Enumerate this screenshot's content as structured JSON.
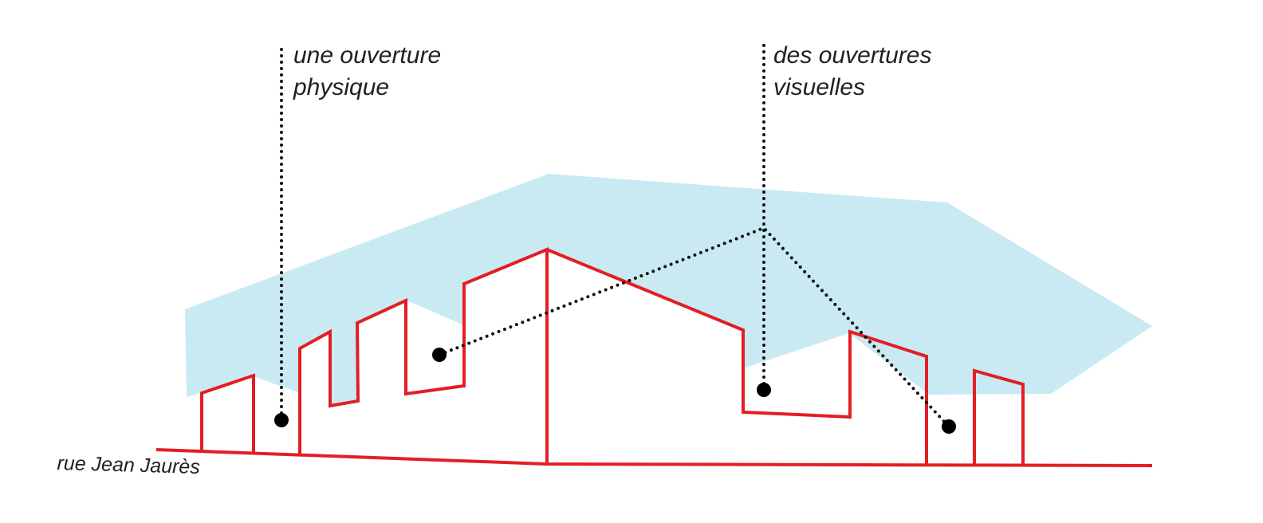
{
  "labels": {
    "physical_opening": {
      "line1": "une ouverture",
      "line2": "physique"
    },
    "visual_openings": {
      "line1": "des ouvertures",
      "line2": "visuelles"
    },
    "street": "rue Jean Jaurès"
  },
  "colors": {
    "sky": "#c9eaf3",
    "buildings": "#e31e24",
    "leaders": "#111111",
    "text": "#231f20"
  }
}
